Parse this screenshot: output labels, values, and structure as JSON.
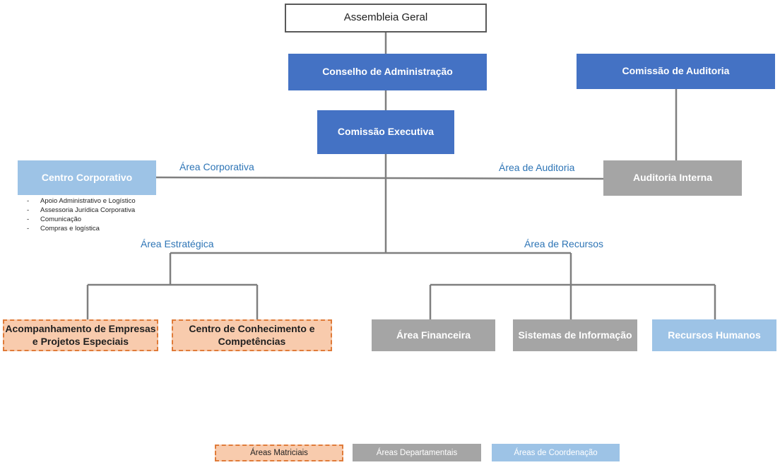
{
  "boxes": {
    "assembleia": "Assembleia Geral",
    "conselho": "Conselho de Administração",
    "comissao_auditoria": "Comissão de Auditoria",
    "comissao_executiva": "Comissão Executiva",
    "centro_corporativo": "Centro Corporativo",
    "auditoria_interna": "Auditoria Interna",
    "acompanhamento": "Acompanhamento de Empresas e Projetos Especiais",
    "centro_conhecimento": "Centro de Conhecimento e Competências",
    "area_financeira": "Área Financeira",
    "sistemas_informacao": "Sistemas de Informação",
    "recursos_humanos": "Recursos Humanos"
  },
  "centro_corporativo_items": [
    "Apoio Administrativo e Logístico",
    "Assessoria Jurídica Corporativa",
    "Comunicação",
    "Compras e logística"
  ],
  "list_marker": "-",
  "area_labels": {
    "corporativa": "Área Corporativa",
    "auditoria": "Área de Auditoria",
    "estrategica": "Área Estratégica",
    "recursos": "Área de Recursos"
  },
  "legend": {
    "matriciais": "Áreas Matriciais",
    "departamentais": "Áreas Departamentais",
    "coordenacao": "Áreas de Coordenação"
  },
  "colors": {
    "primary_blue": "#4472c4",
    "gray": "#a5a5a5",
    "light_blue": "#9dc3e6",
    "orange_fill": "#f8cbad",
    "orange_border": "#e07b39",
    "connector": "#7f7f7f",
    "label_text": "#2e75b6"
  }
}
